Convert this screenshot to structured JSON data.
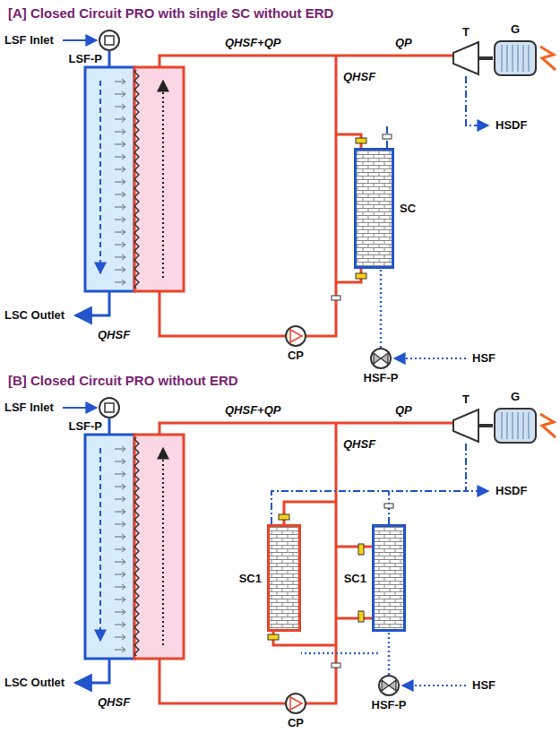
{
  "diagram": {
    "nodes": [
      {
        "text": [
          "LSF-P"
        ]
      },
      {
        "text": [
          "T"
        ]
      },
      {
        "text": [
          "G"
        ]
      },
      {
        "text": [
          "SC"
        ]
      },
      {
        "text": [
          "CP"
        ]
      },
      {
        "text": [
          "HSF-P"
        ]
      },
      {
        "text": [
          "LSF-P"
        ]
      },
      {
        "text": [
          "T"
        ]
      },
      {
        "text": [
          "G"
        ]
      },
      {
        "text": [
          "SC1"
        ]
      },
      {
        "text": [
          "SC1"
        ]
      },
      {
        "text": [
          "CP"
        ]
      },
      {
        "text": [
          "HSF-P"
        ]
      }
    ],
    "edges": [
      {
        "from": 1,
        "to": 2,
        "arrow": "none"
      },
      {
        "from": 5,
        "to": 3,
        "arrow": "none"
      },
      {
        "from": 7,
        "to": 8,
        "arrow": "none"
      },
      {
        "from": 12,
        "to": 9,
        "arrow": "none"
      },
      {
        "from": 12,
        "to": 10,
        "arrow": "none"
      }
    ],
    "labels": [
      "[A] Closed Circuit PRO with single SC without ERD",
      "LSF Inlet",
      "LSC Outlet",
      "QHSF+QP",
      "QP",
      "QHSF",
      "QHSF",
      "HSDF",
      "HSF",
      "[B] Closed Circuit PRO without ERD",
      "LSF Inlet",
      "LSC Outlet",
      "QHSF+QP",
      "QP",
      "QHSF",
      "QHSF",
      "HSDF",
      "HSF"
    ]
  }
}
